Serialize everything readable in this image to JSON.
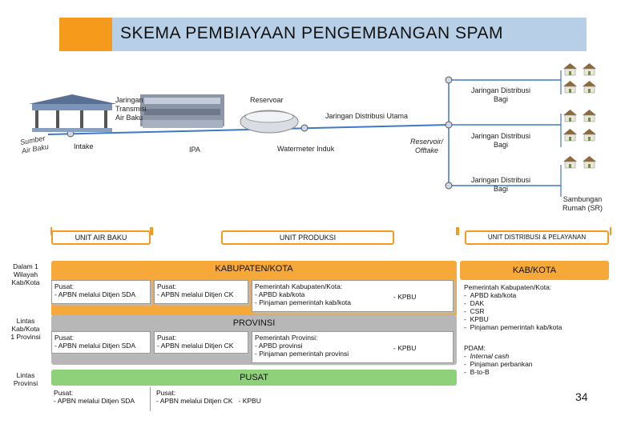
{
  "title": "SKEMA PEMBIAYAAN PENGEMBANGAN SPAM",
  "scheme": {
    "sumber": [
      "Sumber",
      "Air Baku"
    ],
    "intake": "Intake",
    "transmisi": [
      "Jaringan",
      "Transmisi",
      "Air Baku"
    ],
    "ipa": "IPA",
    "reservoar": "Reservoar",
    "watermeter": "Watermeter Induk",
    "distribusi_utama": "Jaringan Distribusi Utama",
    "offtake": [
      "Reservoir/",
      "Offtake"
    ],
    "distribusi_bagi": [
      "Jaringan Distribusi",
      "Bagi"
    ],
    "sambungan": [
      "Sambungan",
      "Rumah (SR)"
    ]
  },
  "units": {
    "air_baku": "UNIT AIR BAKU",
    "produksi": "UNIT PRODUKSI",
    "distribusi": "UNIT DISTRIBUSI & PELAYANAN"
  },
  "levels": {
    "kabkota_side": [
      "Dalam 1",
      "Wilayah",
      "Kab/Kota"
    ],
    "provinsi_side": [
      "Lintas",
      "Kab/Kota",
      "1 Provinsi"
    ],
    "pusat_side": [
      "Lintas",
      "Provinsi"
    ],
    "kabupaten_band": "KABUPATEN/KOTA",
    "provinsi_band": "PROVINSI",
    "pusat_band": "PUSAT",
    "kabkota_right": "KAB/KOTA"
  },
  "cells": {
    "kab_ab": [
      "Pusat:",
      "- APBN melalui Ditjen SDA"
    ],
    "kab_pr": [
      "Pusat:",
      "- APBN melalui Ditjen CK"
    ],
    "kab_pemda": [
      "Pemerintah Kabupaten/Kota:",
      "- APBD kab/kota",
      "- Pinjaman pemerintah kab/kota"
    ],
    "kab_kpbu": "- KPBU",
    "prov_ab": [
      "Pusat:",
      "- APBN melalui Ditjen SDA"
    ],
    "prov_pr": [
      "Pusat:",
      "- APBN melalui Ditjen CK"
    ],
    "prov_pemda": [
      "Pemerintah Provinsi:",
      "- APBD provinsi",
      "- Pinjaman pemerintah provinsi"
    ],
    "prov_kpbu": "- KPBU",
    "pusat_ab": [
      "Pusat:",
      "- APBN melalui Ditjen SDA"
    ],
    "pusat_pr": [
      "Pusat:",
      "- APBN melalui Ditjen CK",
      "- KPBU"
    ]
  },
  "right_panel": {
    "pemda_title": "Pemerintah Kabupaten/Kota:",
    "pemda_items": [
      "APBD kab/kota",
      "DAK",
      "CSR",
      "KPBU",
      "Pinjaman pemerintah kab/kota"
    ],
    "pdam_title": "PDAM:",
    "pdam_items": [
      "Internal cash",
      "Pinjaman perbankan",
      "B-to-B"
    ]
  },
  "page_number": "34",
  "colors": {
    "orange": "#f59a1b",
    "title_blue": "#b8cfe8",
    "pipe_blue": "#3f78c8",
    "band_gray": "#b7b7b7",
    "band_green": "#8fd17a"
  }
}
